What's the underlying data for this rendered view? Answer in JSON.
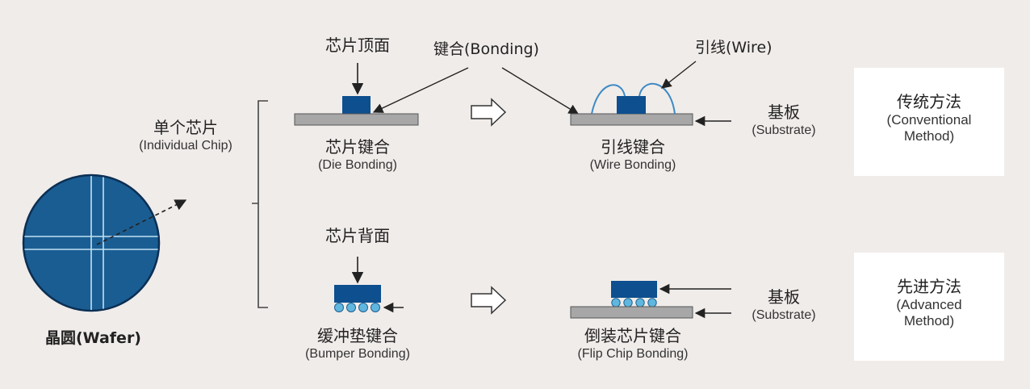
{
  "labels": {
    "chip_top": "芯片顶面",
    "bonding": "键合(Bonding)",
    "wire": "引线(Wire)",
    "individual_zh": "单个芯片",
    "individual_en": "(Individual Chip)",
    "die_zh": "芯片键合",
    "die_en": "(Die Bonding)",
    "wire_bonding_zh": "引线键合",
    "wire_bonding_en": "(Wire Bonding)",
    "substrate1_zh": "基板",
    "substrate1_en": "(Substrate)",
    "chip_back": "芯片背面",
    "bumper_zh": "缓冲垫键合",
    "bumper_en": "(Bumper Bonding)",
    "flip_zh": "倒装芯片键合",
    "flip_en": "(Flip Chip Bonding)",
    "substrate2_zh": "基板",
    "substrate2_en": "(Substrate)",
    "wafer": "晶圆(Wafer)"
  },
  "methods": {
    "conventional_zh": "传统方法",
    "conventional_en1": "(Conventional",
    "conventional_en2": "Method)",
    "advanced_zh": "先进方法",
    "advanced_en1": "(Advanced",
    "advanced_en2": "Method)"
  },
  "colors": {
    "background": "#f0ecea",
    "chip": "#0d4f8f",
    "substrate": "#a7a7a7",
    "wafer": "#1a5d92",
    "bump": "#5fb7df",
    "wire": "#3c89c4",
    "box": "#ffffff"
  }
}
